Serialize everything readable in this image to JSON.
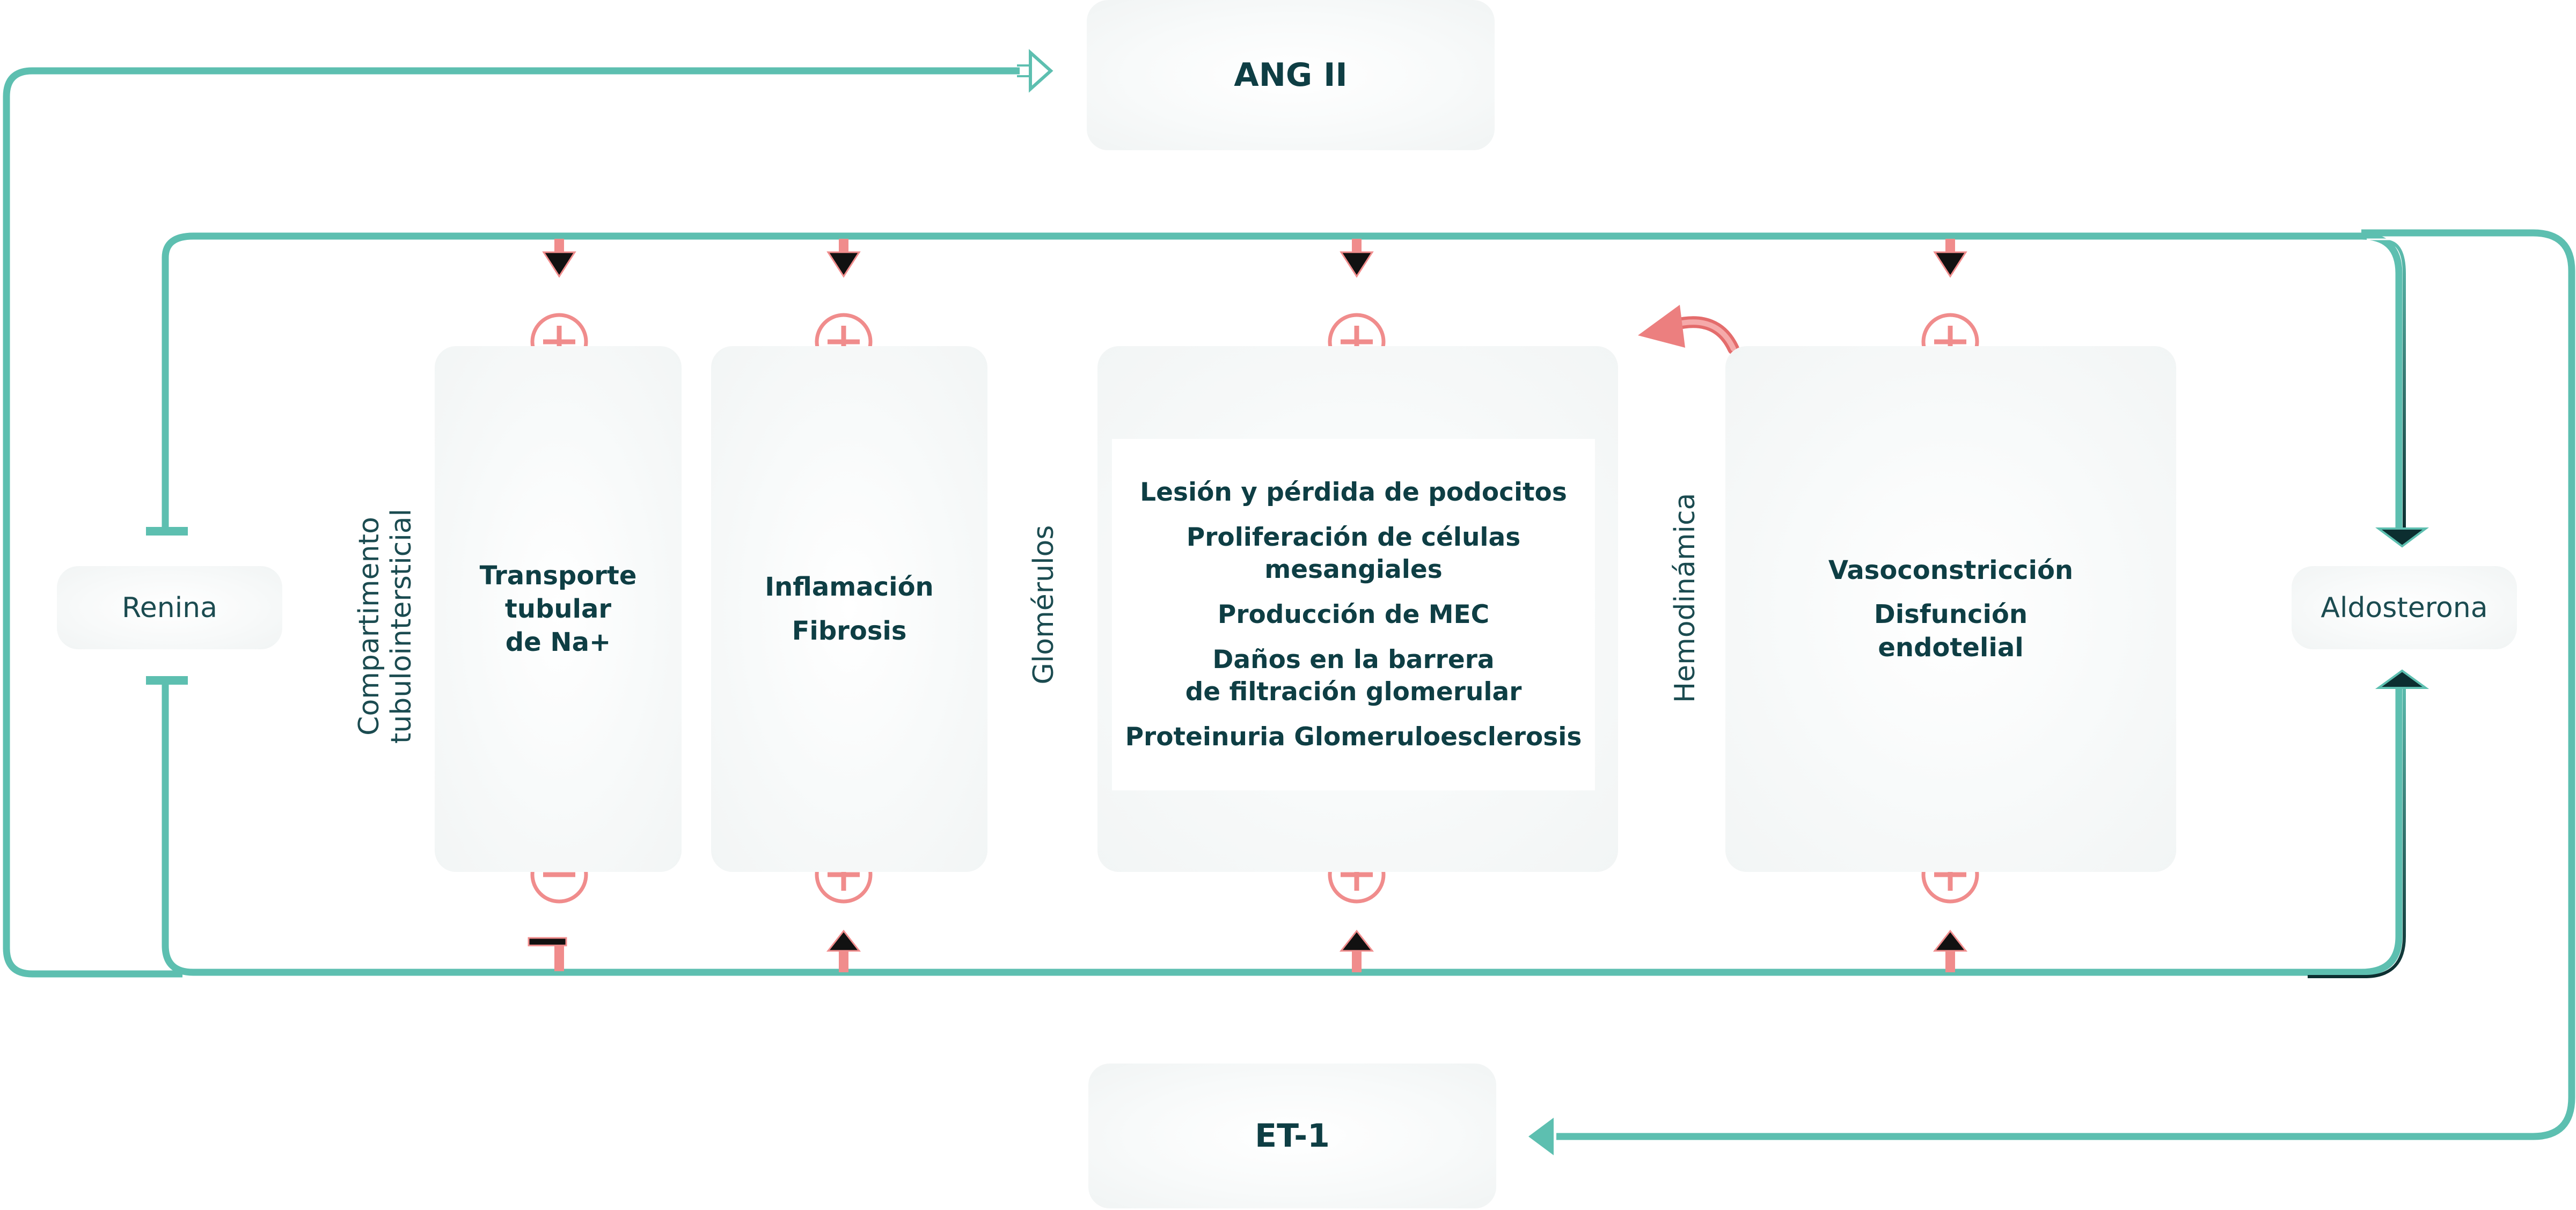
{
  "hormones": {
    "top": "ANG II",
    "bottom": "ET-1"
  },
  "side_nodes": {
    "left": "Renina",
    "right": "Aldosterona"
  },
  "compartments": {
    "tubular_line1": "Compartimento",
    "tubular_line2": "tubulointersticial",
    "glomerular": "Glomérulos",
    "hemodynamic": "Hemodinámica"
  },
  "panels": {
    "sodium": [
      "Transporte",
      "tubular",
      "de Na+"
    ],
    "inflammation": [
      "Inflamación",
      "Fibrosis"
    ],
    "glomerular": [
      "Lesión y pérdida de podocitos",
      "Proliferación de células",
      "mesangiales",
      "Producción de MEC",
      "Daños en la barrera",
      "de filtración glomerular",
      "Proteinuria Glomeruloesclerosis"
    ],
    "vascular": [
      "Vasoconstricción",
      "Disfunción",
      "endotelial"
    ]
  },
  "colors": {
    "teal": "#5dbfb0",
    "teal_dark": "#0e3e44",
    "plus_red": "#f08c8c",
    "arrow_dark": "#111111"
  },
  "signs": {
    "top": [
      "plus",
      "plus",
      "plus",
      "plus"
    ],
    "bottom": [
      "minus",
      "plus",
      "plus",
      "plus"
    ]
  },
  "icons": {
    "plus": "plus-circle-icon",
    "minus": "minus-circle-icon",
    "curved": "curved-arrow-icon"
  }
}
